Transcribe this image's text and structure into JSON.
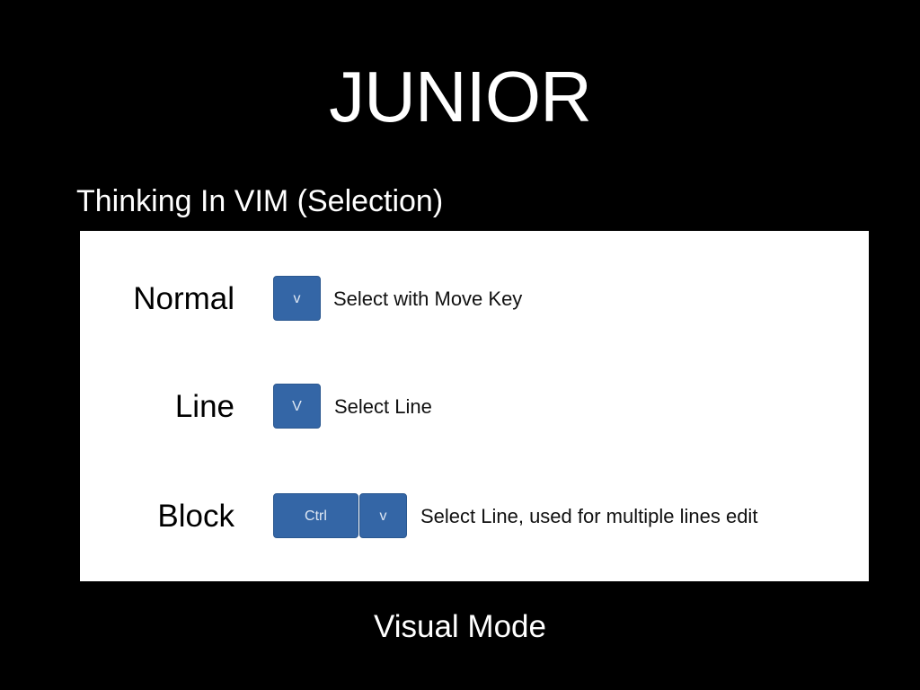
{
  "slide": {
    "title": "JUNIOR",
    "subtitle": "Thinking In VIM (Selection)",
    "footer": "Visual Mode"
  },
  "modes": [
    {
      "label": "Normal",
      "keys": [
        "v"
      ],
      "description": "Select with Move Key"
    },
    {
      "label": "Line",
      "keys": [
        "V"
      ],
      "description": "Select Line"
    },
    {
      "label": "Block",
      "keys": [
        "Ctrl",
        "v"
      ],
      "description": "Select Line, used for multiple lines edit"
    }
  ],
  "colors": {
    "background": "#000000",
    "panel": "#ffffff",
    "key": "#3466a6",
    "key_text": "#dfe8f4"
  }
}
